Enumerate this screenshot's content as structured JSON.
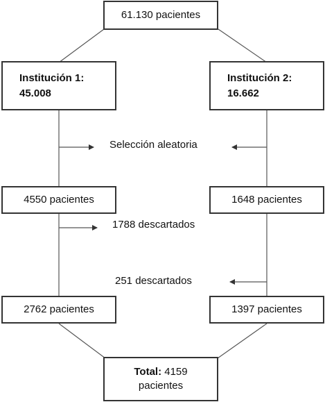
{
  "top": {
    "label": "61.130 pacientes"
  },
  "institution1": {
    "name": "Institución 1:",
    "count": "45.008"
  },
  "institution2": {
    "name": "Institución 2:",
    "count": "16.662"
  },
  "selection_label": "Selección aleatoria",
  "left_stage1": "4550 pacientes",
  "right_stage1": "1648 pacientes",
  "left_discarded": "1788 descartados",
  "right_discarded": "251 descartados",
  "left_stage2": "2762 pacientes",
  "right_stage2": "1397 pacientes",
  "total": {
    "prefix": "Total:",
    "value": "4159",
    "suffix": "pacientes"
  }
}
